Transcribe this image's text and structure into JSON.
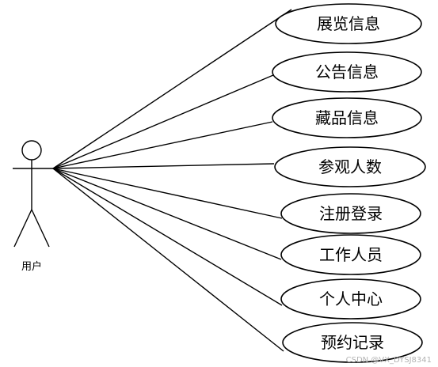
{
  "actor": {
    "label": "用户"
  },
  "use_cases": [
    {
      "id": "exhibition",
      "label": "展览信息"
    },
    {
      "id": "notice",
      "label": "公告信息"
    },
    {
      "id": "collection",
      "label": "藏品信息"
    },
    {
      "id": "visitors",
      "label": "参观人数"
    },
    {
      "id": "register-login",
      "label": "注册登录"
    },
    {
      "id": "staff",
      "label": "工作人员"
    },
    {
      "id": "personal-center",
      "label": "个人中心"
    },
    {
      "id": "booking-record",
      "label": "预约记录"
    }
  ],
  "watermark": "CSDN @VX_DYSJ8341"
}
